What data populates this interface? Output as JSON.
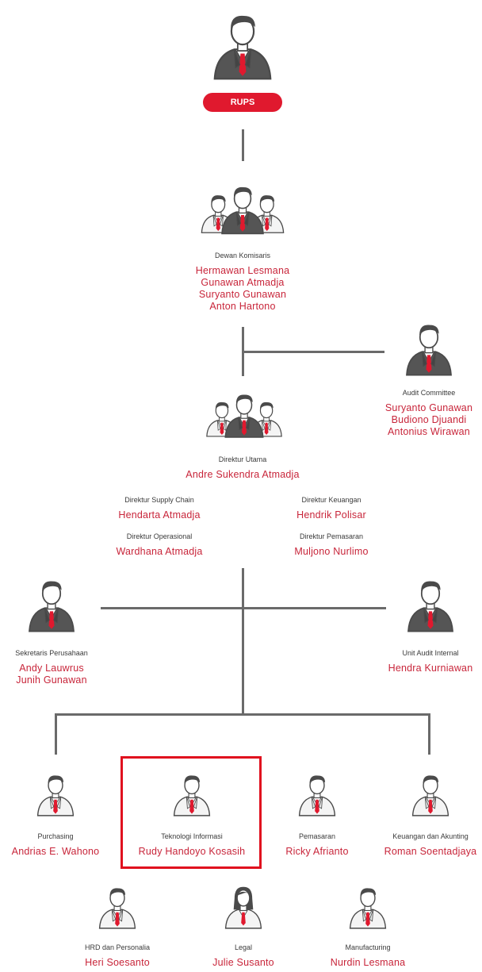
{
  "colors": {
    "accent": "#e0192e",
    "name_text": "#c8253a",
    "line": "#6a6a6a",
    "suit": "#555555"
  },
  "rups": {
    "label": "RUPS"
  },
  "dewan": {
    "role": "Dewan Komisaris",
    "names": [
      "Hermawan Lesmana",
      "Gunawan Atmadja",
      "Suryanto Gunawan",
      "Anton Hartono"
    ]
  },
  "audit_committee": {
    "role": "Audit Committee",
    "names": [
      "Suryanto Gunawan",
      "Budiono Djuandi",
      "Antonius Wirawan"
    ]
  },
  "direktur_utama": {
    "role": "Direktur Utama",
    "names": [
      "Andre Sukendra Atmadja"
    ]
  },
  "dir_supply": {
    "role": "Direktur Supply Chain",
    "names": [
      "Hendarta Atmadja"
    ]
  },
  "dir_keuangan": {
    "role": "Direktur Keuangan",
    "names": [
      "Hendrik Polisar"
    ]
  },
  "dir_operasional": {
    "role": "Direktur Operasional",
    "names": [
      "Wardhana Atmadja"
    ]
  },
  "dir_pemasaran": {
    "role": "Direktur Pemasaran",
    "names": [
      "Muljono Nurlimo"
    ]
  },
  "sekretaris": {
    "role": "Sekretaris Perusahaan",
    "names": [
      "Andy Lauwrus",
      "Junih Gunawan"
    ]
  },
  "audit_internal": {
    "role": "Unit Audit Internal",
    "names": [
      "Hendra Kurniawan"
    ]
  },
  "purchasing": {
    "role": "Purchasing",
    "names": [
      "Andrias E. Wahono"
    ]
  },
  "teknologi": {
    "role": "Teknologi Informasi",
    "names": [
      "Rudy Handoyo Kosasih"
    ]
  },
  "pemasaran": {
    "role": "Pemasaran",
    "names": [
      "Ricky Afrianto"
    ]
  },
  "keuangan_akunting": {
    "role": "Keuangan dan Akunting",
    "names": [
      "Roman Soentadjaya"
    ]
  },
  "hrd": {
    "role": "HRD dan Personalia",
    "names": [
      "Heri Soesanto"
    ]
  },
  "legal": {
    "role": "Legal",
    "names": [
      "Julie Susanto"
    ]
  },
  "manufacturing": {
    "role": "Manufacturing",
    "names": [
      "Nurdin Lesmana"
    ]
  }
}
